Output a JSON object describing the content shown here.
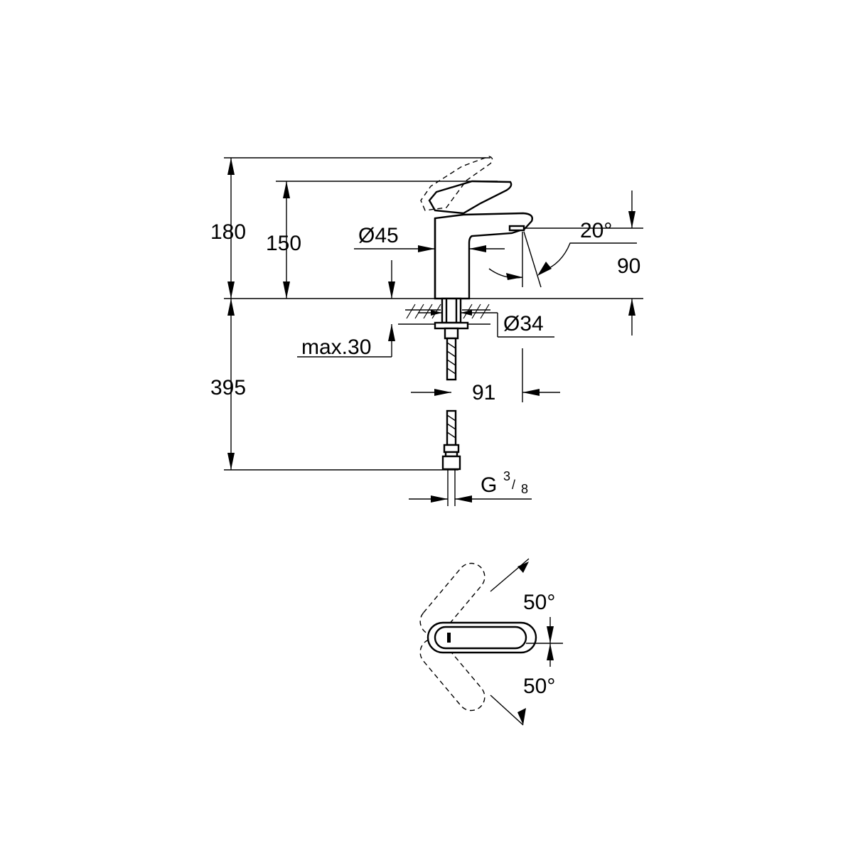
{
  "dimensions": {
    "height_total": "180",
    "height_spout": "150",
    "body_diameter": "Ø45",
    "spout_angle": "20°",
    "spout_projection": "90",
    "hole_diameter": "Ø34",
    "deck_thickness": "max.30",
    "hose_length": "395",
    "hole_to_outlet": "91",
    "connection_thread": "G",
    "thread_numerator": "3",
    "thread_slash": "/",
    "thread_denominator": "8",
    "lever_rotation_up": "50°",
    "lever_rotation_down": "50°"
  }
}
